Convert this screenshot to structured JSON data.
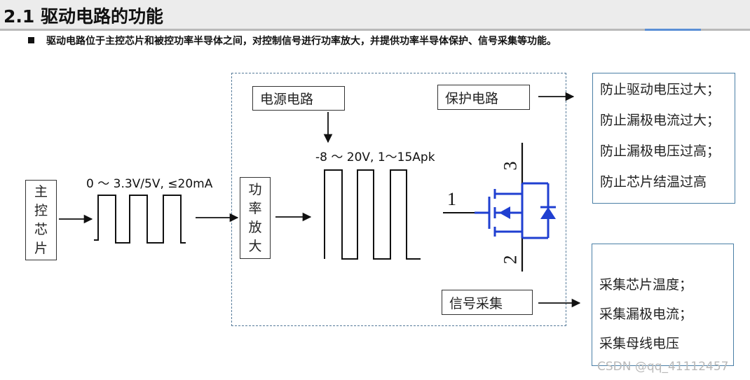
{
  "header": {
    "title": "2.1 驱动电路的功能",
    "bullet": "驱动电路位于主控芯片和被控功率半导体之间，对控制信号进行功率放大，并提供功率半导体保护、信号采集等功能。"
  },
  "diagram": {
    "main_chip": [
      "主",
      "控",
      "芯",
      "片"
    ],
    "signal_label": "0 ～ 3.3V/5V, ≤20mA",
    "amp": [
      "功",
      "率",
      "放",
      "大"
    ],
    "power_circuit": "电源电路",
    "protection_circuit": "保护电路",
    "signal_sampling": "信号采集",
    "output_label": "-8 ～ 20V, 1～15Apk",
    "pins": {
      "gate": "1",
      "collector": "3",
      "emitter": "2"
    },
    "protection_items": [
      "防止驱动电压过大；",
      "防止漏极电流过大；",
      "防止漏极电压过高；",
      "防止芯片结温过高"
    ],
    "sampling_items": [
      "采集芯片温度；",
      "采集漏极电流；",
      "采集母线电压"
    ]
  },
  "watermark": "CSDN @qq_41112457",
  "colors": {
    "mosfet": "#1f3fd1",
    "frame": "#557a99",
    "title_bg": "#ececec"
  }
}
